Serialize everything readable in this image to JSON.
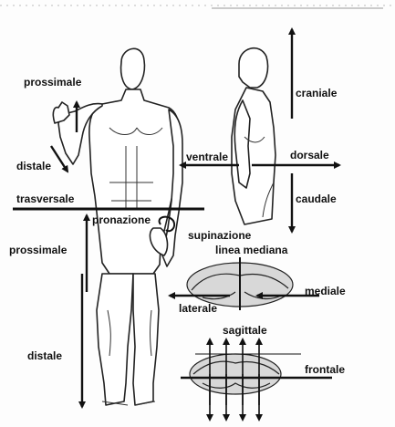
{
  "labels": {
    "prossimale_arm": "prossimale",
    "distale_arm": "distale",
    "trasversale": "trasversale",
    "pronazione": "pronazione",
    "supinazione": "supinazione",
    "prossimale_leg": "prossimale",
    "distale_leg": "distale",
    "craniale": "craniale",
    "ventrale": "ventrale",
    "dorsale": "dorsale",
    "caudale": "caudale",
    "linea_mediana": "linea mediana",
    "mediale": "mediale",
    "laterale": "laterale",
    "sagittale": "sagittale",
    "frontale": "frontale"
  },
  "colors": {
    "ink": "#111111",
    "background": "#fdfdfd",
    "shading": "#cfcfcf"
  }
}
